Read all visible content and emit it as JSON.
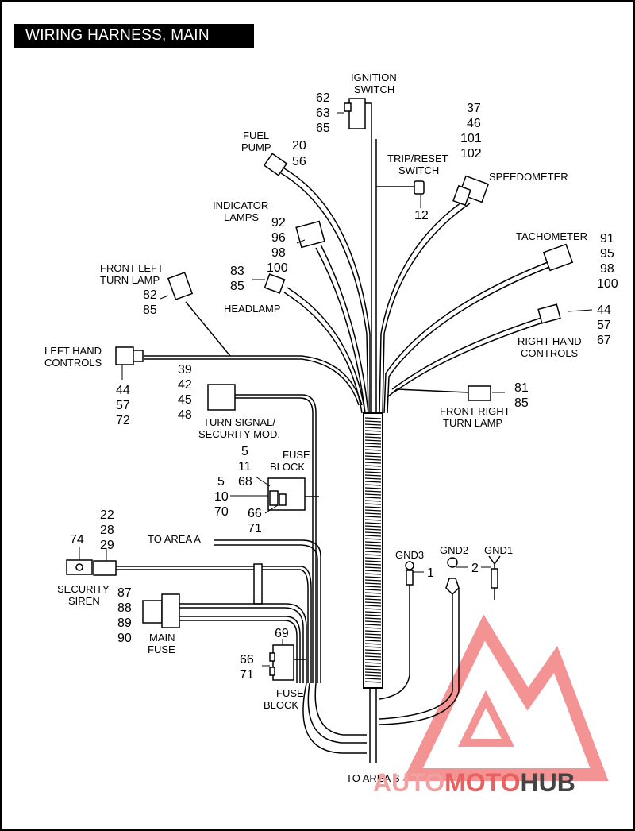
{
  "title": "WIRING HARNESS, MAIN",
  "components": {
    "ignition_switch": {
      "label1": "IGNITION",
      "label2": "SWITCH",
      "parts": [
        "62",
        "63",
        "65"
      ]
    },
    "fuel_pump": {
      "label1": "FUEL",
      "label2": "PUMP",
      "parts": [
        "20",
        "56"
      ]
    },
    "trip_reset_switch": {
      "label1": "TRIP/RESET",
      "label2": "SWITCH",
      "parts": [
        "12"
      ]
    },
    "speedometer": {
      "label": "SPEEDOMETER",
      "parts": [
        "37",
        "46",
        "101",
        "102"
      ]
    },
    "indicator_lamps": {
      "label1": "INDICATOR",
      "label2": "LAMPS",
      "parts": [
        "92",
        "96",
        "98",
        "100"
      ]
    },
    "tachometer": {
      "label": "TACHOMETER",
      "parts": [
        "91",
        "95",
        "98",
        "100"
      ]
    },
    "front_left_turn_lamp": {
      "label1": "FRONT LEFT",
      "label2": "TURN LAMP",
      "parts": [
        "82",
        "85"
      ]
    },
    "headlamp": {
      "label": "HEADLAMP",
      "parts": [
        "83",
        "85"
      ]
    },
    "right_hand_controls": {
      "label1": "RIGHT HAND",
      "label2": "CONTROLS",
      "parts": [
        "44",
        "57",
        "67"
      ]
    },
    "left_hand_controls": {
      "label1": "LEFT HAND",
      "label2": "CONTROLS",
      "parts": [
        "44",
        "57",
        "72"
      ]
    },
    "turn_signal_module": {
      "label1": "TURN SIGNAL/",
      "label2": "SECURITY MOD.",
      "parts": [
        "39",
        "42",
        "45",
        "48"
      ]
    },
    "front_right_turn_lamp": {
      "label1": "FRONT RIGHT",
      "label2": "TURN LAMP",
      "parts": [
        "81",
        "85"
      ]
    },
    "fuse_block_upper": {
      "label1": "FUSE",
      "label2": "BLOCK",
      "parts_a": [
        "5",
        "11",
        "68"
      ],
      "parts_b": [
        "5",
        "10",
        "70"
      ],
      "parts_c": [
        "66",
        "71"
      ]
    },
    "to_area_a": "TO AREA A",
    "security_siren": {
      "label1": "SECURITY",
      "label2": "SIREN",
      "parts_a": [
        "74"
      ],
      "parts_b": [
        "22",
        "28",
        "29"
      ]
    },
    "grounds": {
      "gnd3": "GND3",
      "gnd2": "GND2",
      "gnd1": "GND1",
      "part1": "1",
      "part2": "2"
    },
    "main_fuse": {
      "label1": "MAIN",
      "label2": "FUSE",
      "parts": [
        "87",
        "88",
        "89",
        "90"
      ]
    },
    "fuse_block_lower": {
      "label1": "FUSE",
      "label2": "BLOCK",
      "parts_a": [
        "69"
      ],
      "parts_b": [
        "66",
        "71"
      ]
    },
    "to_area_b": "TO AREA B"
  },
  "watermark": {
    "part1": "AUTO",
    "part2": "MOTO",
    "part3": "HUB",
    "color_light": "#f2a0a0",
    "color_mid": "#e86060",
    "color_dark": "#444444"
  }
}
